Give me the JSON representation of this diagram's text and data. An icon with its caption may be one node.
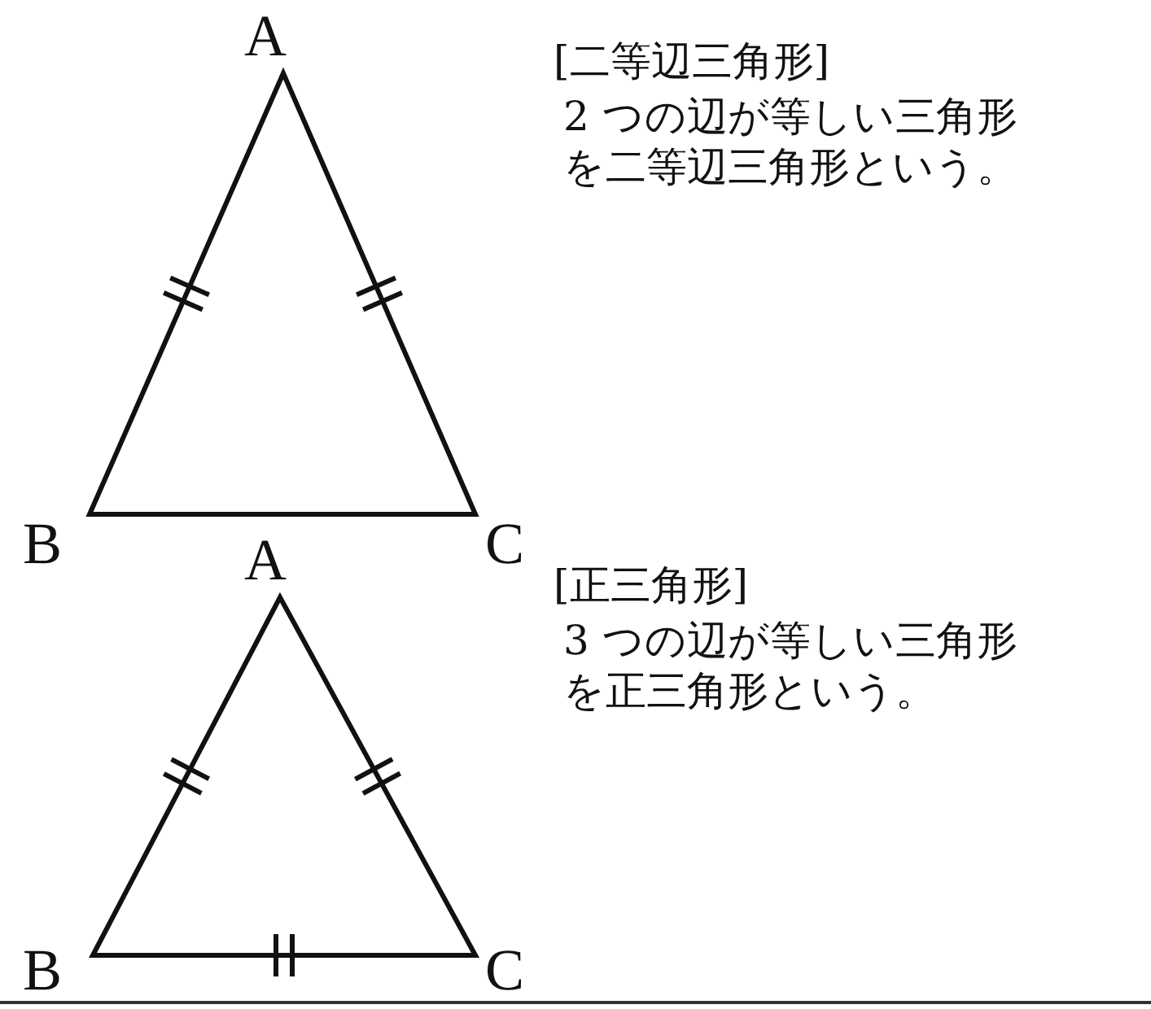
{
  "diagram": {
    "labels": [
      "A",
      "[二等辺三角形]",
      "2 つの辺が等しい三角形を二等辺三角形という。",
      "B",
      "C",
      "A",
      "[正三角形]",
      "3 つの辺が等しい三角形を正三角形という。",
      "B",
      "C"
    ]
  }
}
